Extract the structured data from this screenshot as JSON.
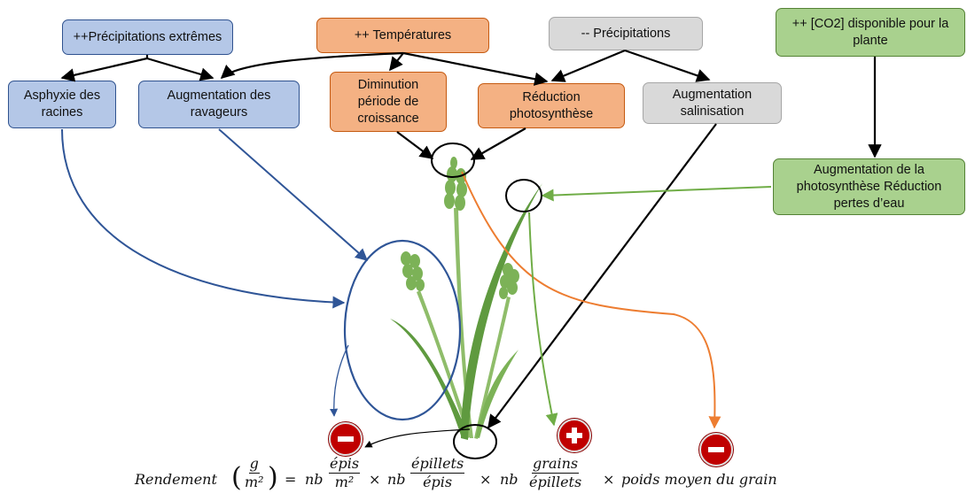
{
  "boxes": {
    "precip_extremes": "++Précipitations extrêmes",
    "temperatures": "++ Températures",
    "moins_precip": "--  Précipitations",
    "co2": "++ [CO2] disponible pour la plante",
    "asphyxie": "Asphyxie des racines",
    "ravageurs": "Augmentation des ravageurs",
    "diminution": "Diminution période de croissance",
    "reduction_photo": "Réduction photosynthèse",
    "salinisation": "Augmentation salinisation",
    "augmentation_photo": "Augmentation de la photosynthèse Réduction pertes d’eau"
  },
  "formula": {
    "rendement": "Rendement",
    "unit_num": "g",
    "unit_den": "m²",
    "eq": "=",
    "nb1": "nb",
    "f1_num": "épis",
    "f1_den": "m²",
    "times1": "×",
    "nb2": "nb",
    "f2_num": "épillets",
    "f2_den": "épis",
    "times2": "×",
    "nb3": "nb",
    "f3_num": "grains",
    "f3_den": "épillets",
    "times3": "×",
    "tail": "poids moyen du grain"
  },
  "colors": {
    "black": "#000000",
    "blue": "#2f5597",
    "orange": "#ed7d31",
    "green": "#70ad47",
    "wheat": "#6fa84a",
    "sign": "#c00000"
  },
  "signs": [
    "minus",
    "plus",
    "minus"
  ]
}
